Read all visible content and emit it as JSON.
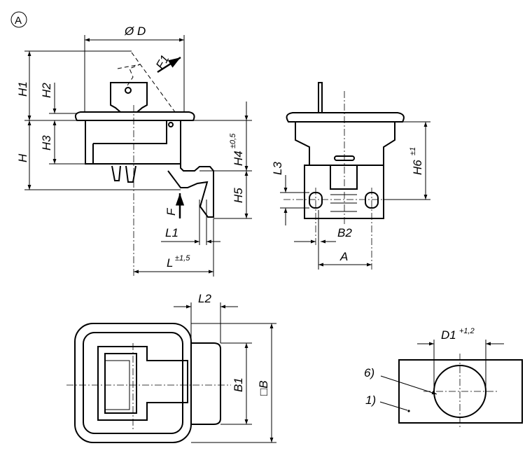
{
  "view_marker": "A",
  "top_view": {
    "dia_D": "Ø D",
    "F1": "F1",
    "H1": "H1",
    "H2": "H2",
    "H3": "H3",
    "H": "H",
    "H4": "H4",
    "H4_tol": "±0,5",
    "H5": "H5",
    "F": "F",
    "L1": "L1",
    "L": "L",
    "L_tol": "±1,5"
  },
  "side_view": {
    "L3": "L3",
    "H6": "H6",
    "H6_tol": "±1",
    "B2": "B2",
    "A": "A"
  },
  "plan_view": {
    "L2": "L2",
    "B1": "B1",
    "B": "□B"
  },
  "cutout_view": {
    "D1": "D1",
    "D1_tol": "+1,2",
    "note6": "6)",
    "note1": "1)"
  }
}
